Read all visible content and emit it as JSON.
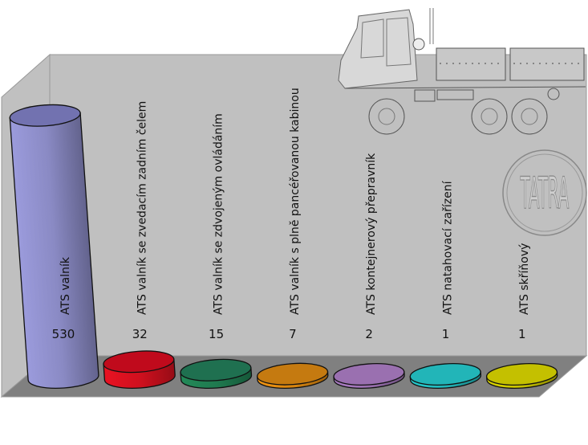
{
  "chart_data": {
    "type": "bar",
    "style": "3d-cylinder",
    "title": "",
    "xlabel": "",
    "ylabel": "",
    "grid": false,
    "legend": "none",
    "categories": [
      "ATS valník",
      "ATS valník se zvedacím zadním čelem",
      "ATS valník se zdvojeným ovládáním",
      "ATS valník s plně pancéřovanou kabinou",
      "ATS kontejnerový přepravník",
      "ATS natahovací zařízení",
      "ATS skříňový"
    ],
    "values": [
      530,
      32,
      15,
      7,
      2,
      1,
      1
    ],
    "data_labels": [
      "530",
      "32",
      "15",
      "7",
      "2",
      "1",
      "1"
    ],
    "ylim": [
      0,
      530
    ],
    "colors": [
      "#8a8ac4",
      "#d0101e",
      "#1f7a4f",
      "#d8850f",
      "#9a70b0",
      "#22b5b8",
      "#c4c000"
    ],
    "colors_top": [
      "#7272b0",
      "#c00a1c",
      "#1f7050",
      "#c57a10",
      "#9a70b0",
      "#22b5b8",
      "#c4c000"
    ],
    "background_images": [
      "truck-drawing",
      "tatra-logo"
    ],
    "logo_text": "TATRA"
  }
}
